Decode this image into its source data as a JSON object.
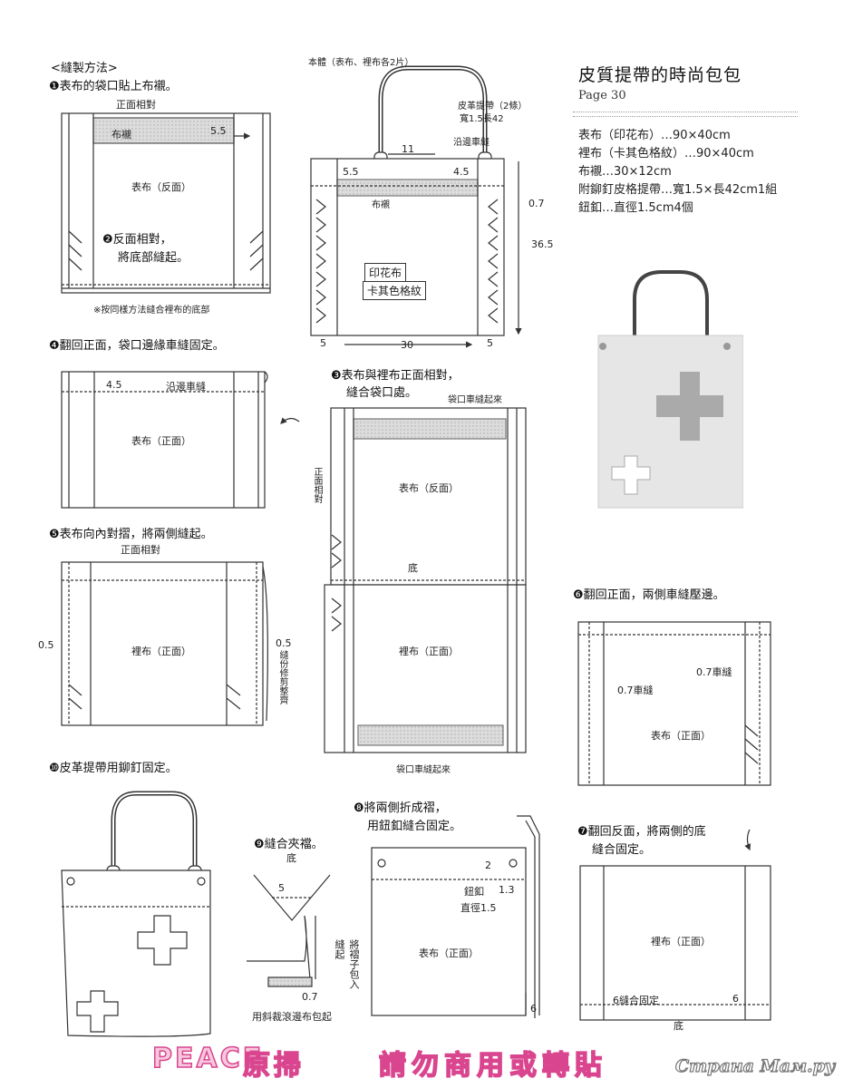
{
  "header": {
    "section": "<縫製方法>",
    "title": "皮質提帶的時尚包包",
    "page": "Page 30"
  },
  "materials": [
    "表布（印花布）…90×40cm",
    "裡布（卡其色格紋）…90×40cm",
    "布襯…30×12cm",
    "附鉚釘皮格提帶…寬1.5×長42cm1組",
    "鈕釦…直徑1.5cm4個"
  ],
  "steps": {
    "s1": "❶表布的袋口貼上布襯。",
    "s2": "❷反面相對，",
    "s2b": "將底部縫起。",
    "s3": "❸表布與裡布正面相對，",
    "s3b": "縫合袋口處。",
    "s4": "❹翻回正面，袋口邊緣車縫固定。",
    "s5": "❺表布向內對摺，將兩側縫起。",
    "s6": "❻翻回正面，兩側車縫壓邊。",
    "s7": "❼翻回反面，將兩側的底",
    "s7b": "縫合固定。",
    "s8": "❽將兩側折成褶，",
    "s8b": "用鈕釦縫合固定。",
    "s9": "❾縫合夾襠。",
    "s10": "❿皮革提帶用鉚釘固定。"
  },
  "labels": {
    "face_to_face": "正面相對",
    "interlining": "布襯",
    "d55": "5.5",
    "outer_wrong": "表布（反面）",
    "note_lining": "※按同樣方法縫合裡布的底部",
    "body_title": "本體（表布、裡布各2片）",
    "strap": "皮革提帶（2條）",
    "strap_size": "寬1.5長42",
    "edge_stitch": "沿邊車縫",
    "d11": "11",
    "d45": "4.5",
    "d07": "0.7",
    "d365": "36.5",
    "print_fabric": "印花布",
    "khaki": "卡其色格紋",
    "d5": "5",
    "d30": "30",
    "outer_right": "表布（正面）",
    "mouth_seam": "袋口車縫起來",
    "face_to_face_v": "正面相對",
    "bottom": "底",
    "lining_right": "裡布（正面）",
    "d05": "0.5",
    "trim_note": "縫份修剪整齊",
    "stitch07": "0.7車縫",
    "button": "鈕釦",
    "button_dia": "直徑1.5",
    "d2": "2",
    "d13": "1.3",
    "d6": "6",
    "fold_in": "將褶子包入",
    "sew_up": "縫起",
    "bias_note": "用斜裁滾邊布包起",
    "sew6": "6縫合固定"
  },
  "footer": {
    "peace": "PEACE",
    "scan": "原掃",
    "notice": "請勿商用或轉貼",
    "watermark": "Страна Мам.ру"
  }
}
